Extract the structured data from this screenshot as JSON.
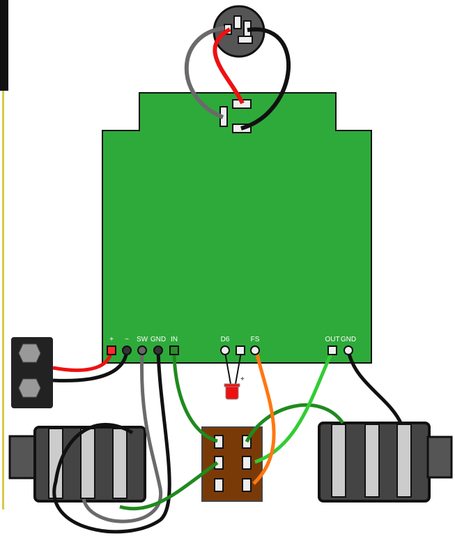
{
  "board": {
    "pads_left": [
      {
        "label": "+",
        "color": "#ff2a2a"
      },
      {
        "label": "−",
        "color": "#333333"
      },
      {
        "label": "SW",
        "color": "#666666"
      },
      {
        "label": "GND",
        "color": "#333333"
      },
      {
        "label": "IN",
        "color": "#2e8b2e"
      }
    ],
    "pads_mid": [
      {
        "label": "D6"
      },
      {
        "label": "FS"
      }
    ],
    "pads_right": [
      {
        "label": "OUT"
      },
      {
        "label": "GND"
      }
    ],
    "led_polarity_label": "+"
  },
  "colors": {
    "pcb": "#2eaa3a",
    "wire_red": "#ee1111",
    "wire_black": "#111111",
    "wire_grey": "#6a6a6a",
    "wire_dark_green": "#1f8a1f",
    "wire_light_green": "#33cc33",
    "wire_orange": "#ff7711",
    "switch_body": "#7a3a08",
    "led": "#ee1111"
  }
}
